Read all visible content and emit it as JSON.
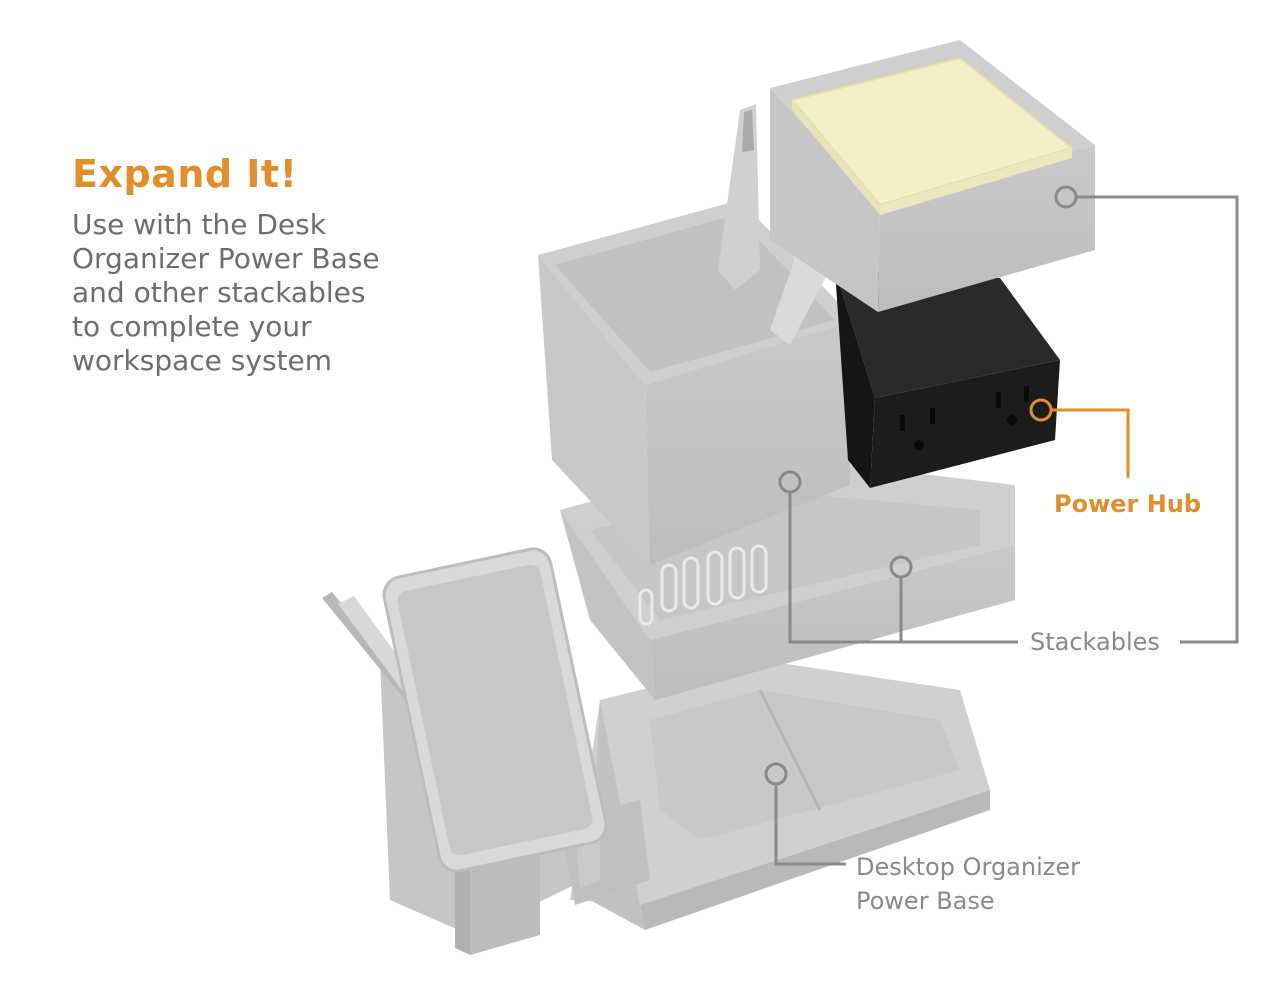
{
  "headline": "Expand It!",
  "body_lines": [
    "Use with the Desk",
    "Organizer Power Base",
    "and other stackables",
    "to complete your",
    "workspace system"
  ],
  "callouts": {
    "power_hub": "Power Hub",
    "stackables": "Stackables",
    "base_line1": "Desktop Organizer",
    "base_line2": "Power Base"
  },
  "colors": {
    "accent": "#e08f2a",
    "callout_line": "#8a8a8a",
    "body_text": "#6e6e6e",
    "organizer_gray": "#c4c4c4",
    "power_hub_black": "#1c1c1c",
    "sticky_notes": "#f3efc6"
  }
}
